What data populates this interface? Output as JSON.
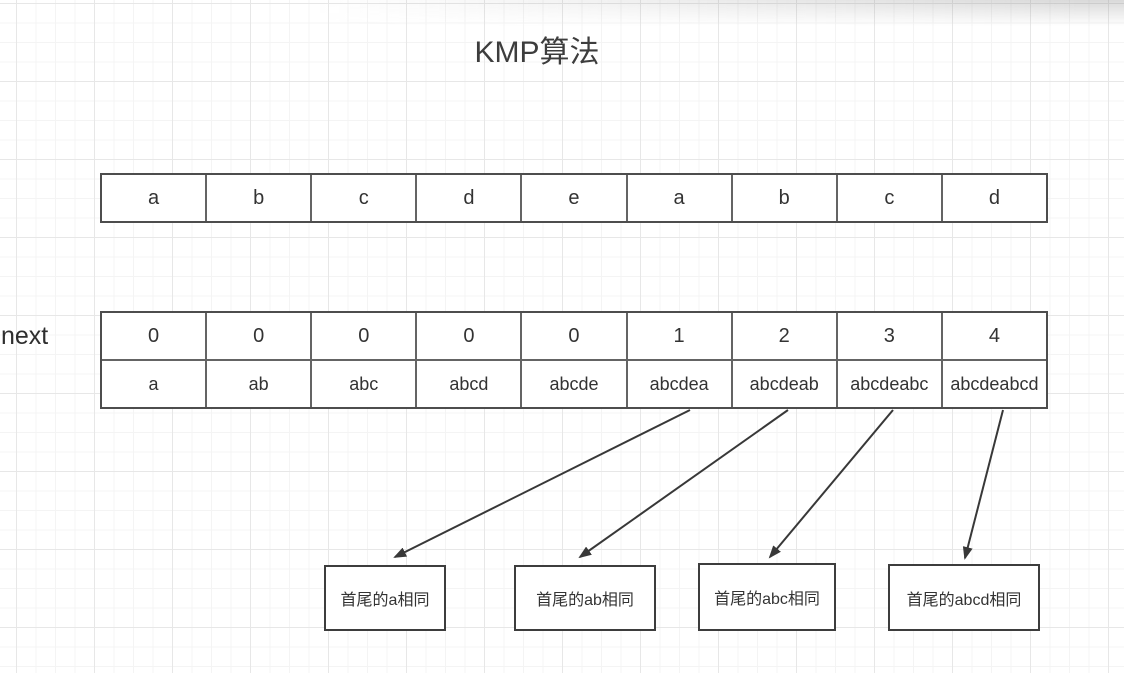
{
  "title": "KMP算法",
  "pattern_row": [
    "a",
    "b",
    "c",
    "d",
    "e",
    "a",
    "b",
    "c",
    "d"
  ],
  "next": {
    "label": "next",
    "values": [
      "0",
      "0",
      "0",
      "0",
      "0",
      "1",
      "2",
      "3",
      "4"
    ],
    "prefixes": [
      "a",
      "ab",
      "abc",
      "abcd",
      "abcde",
      "abcdea",
      "abcdeab",
      "abcdeabc",
      "abcdeabcd"
    ]
  },
  "annotation_boxes": [
    "首尾的a相同",
    "首尾的ab相同",
    "首尾的abc相同",
    "首尾的abcd相同"
  ],
  "colors": {
    "border_outer": "#4d4d4d",
    "border_inner": "#646464",
    "text": "#333333",
    "arrow": "#383838",
    "grid_major": "#e7e7e7",
    "grid_minor": "#f4f4f4"
  }
}
